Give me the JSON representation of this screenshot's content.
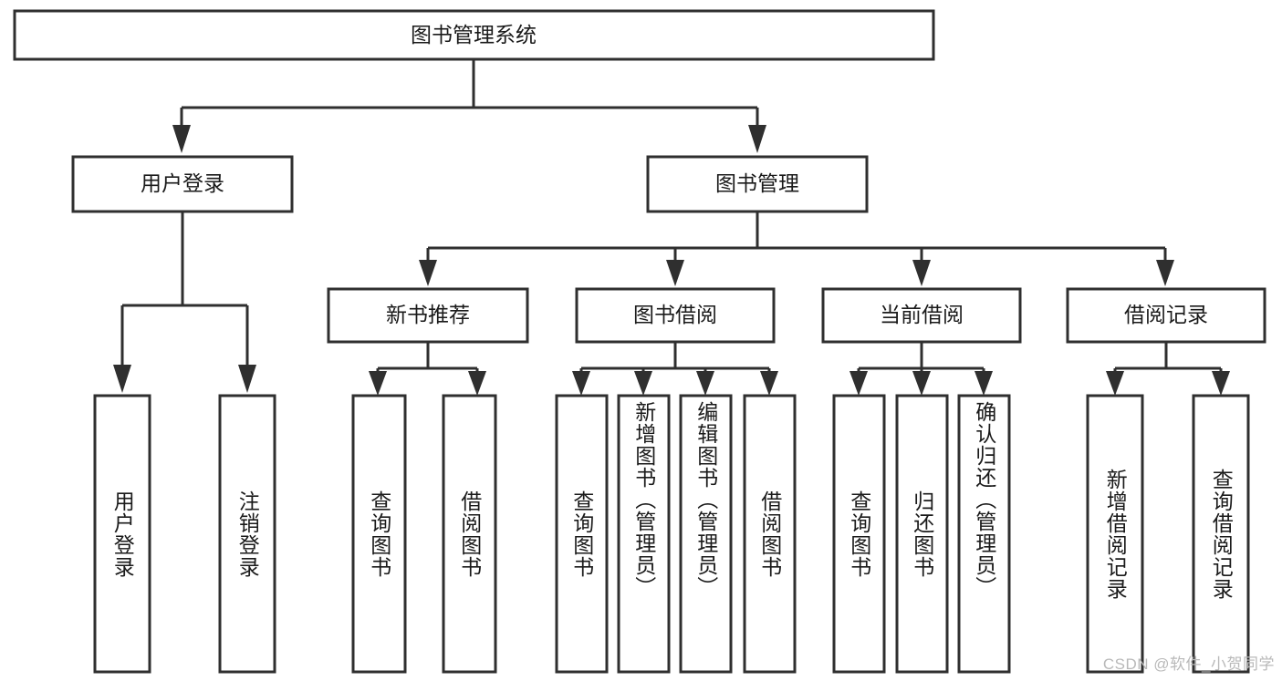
{
  "diagram": {
    "type": "tree",
    "title": "图书管理系统",
    "watermark": "CSDN @软件_小贺同学",
    "colors": {
      "stroke": "#2f2f2f",
      "fill": "#ffffff",
      "text": "#1a1a1a",
      "watermark": "#b9b9b9"
    },
    "root": {
      "label": "图书管理系统"
    },
    "level2": [
      {
        "label": "用户登录"
      },
      {
        "label": "图书管理"
      }
    ],
    "level3": [
      {
        "label": "新书推荐"
      },
      {
        "label": "图书借阅"
      },
      {
        "label": "当前借阅"
      },
      {
        "label": "借阅记录"
      }
    ],
    "leaves": {
      "user_login": [
        {
          "label": "用户登录"
        },
        {
          "label": "注销登录"
        }
      ],
      "new_book_recommend": [
        {
          "label": "查询图书"
        },
        {
          "label": "借阅图书"
        }
      ],
      "book_borrow": [
        {
          "label": "查询图书"
        },
        {
          "label": "新增图书（管理员）"
        },
        {
          "label": "编辑图书（管理员）"
        },
        {
          "label": "借阅图书"
        }
      ],
      "current_borrow": [
        {
          "label": "查询图书"
        },
        {
          "label": "归还图书"
        },
        {
          "label": "确认归还（管理员）"
        }
      ],
      "borrow_record": [
        {
          "label": "新增借阅记录"
        },
        {
          "label": "查询借阅记录"
        }
      ]
    }
  }
}
